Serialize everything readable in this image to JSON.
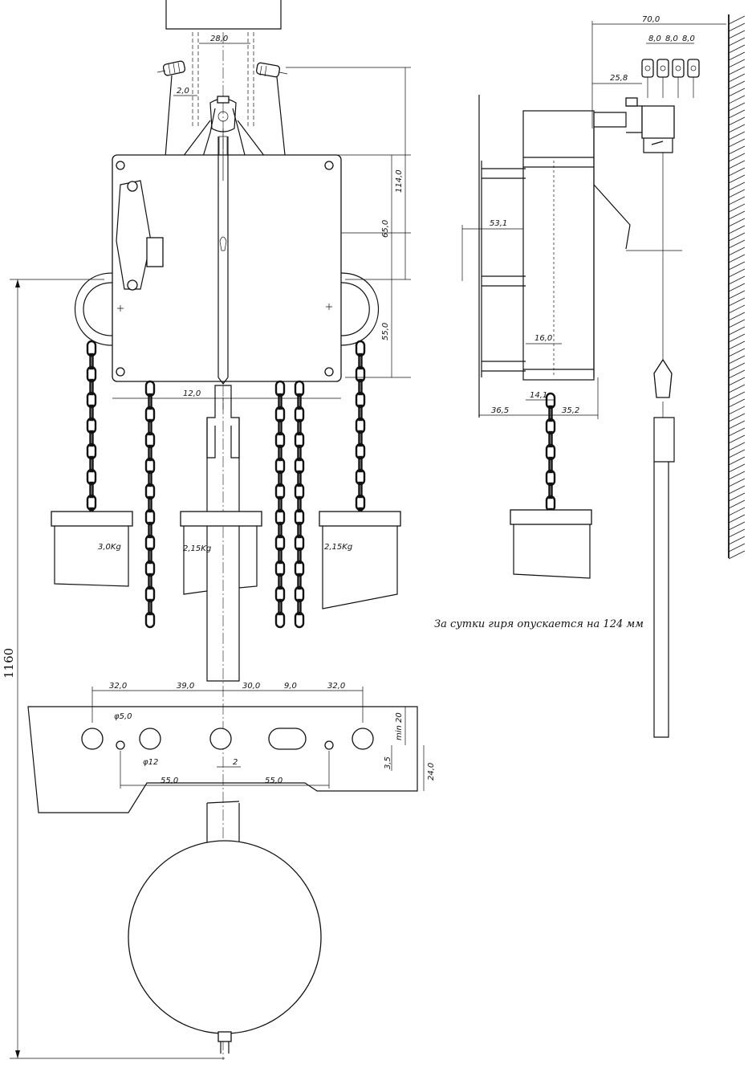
{
  "front_view": {
    "dim_top_width": "28,0",
    "dim_hook": "2,0",
    "dim_height_114": "114,0",
    "dim_height_65": "65,0",
    "dim_height_55": "55,0",
    "dim_bottom_12": "12,0",
    "weights": {
      "left": "3,0Kg",
      "middle": "2,15Kg",
      "right": "2,15Kg"
    },
    "overall_height": "1160"
  },
  "bracket": {
    "spacing": [
      "32,0",
      "39,0",
      "30,0",
      "9,0",
      "32,0"
    ],
    "small_hole_diameter": "φ5,0",
    "big_hole_diameter": "φ12",
    "offset": "2",
    "half_spans": [
      "55,0",
      "55,0"
    ],
    "min_height": "min 20",
    "height_3_5": "3,5",
    "height_24": "24,0"
  },
  "side_view": {
    "dim_70": "70,0",
    "dims_8": [
      "8,0",
      "8,0",
      "8,0"
    ],
    "dim_25_8": "25,8",
    "dim_53_1": "53,1",
    "dim_16": "16,0",
    "dim_14_1": "14,1",
    "dim_36_5": "36,5",
    "dim_35_2": "35,2"
  },
  "note": "За сутки гиря опускается на 124 мм"
}
